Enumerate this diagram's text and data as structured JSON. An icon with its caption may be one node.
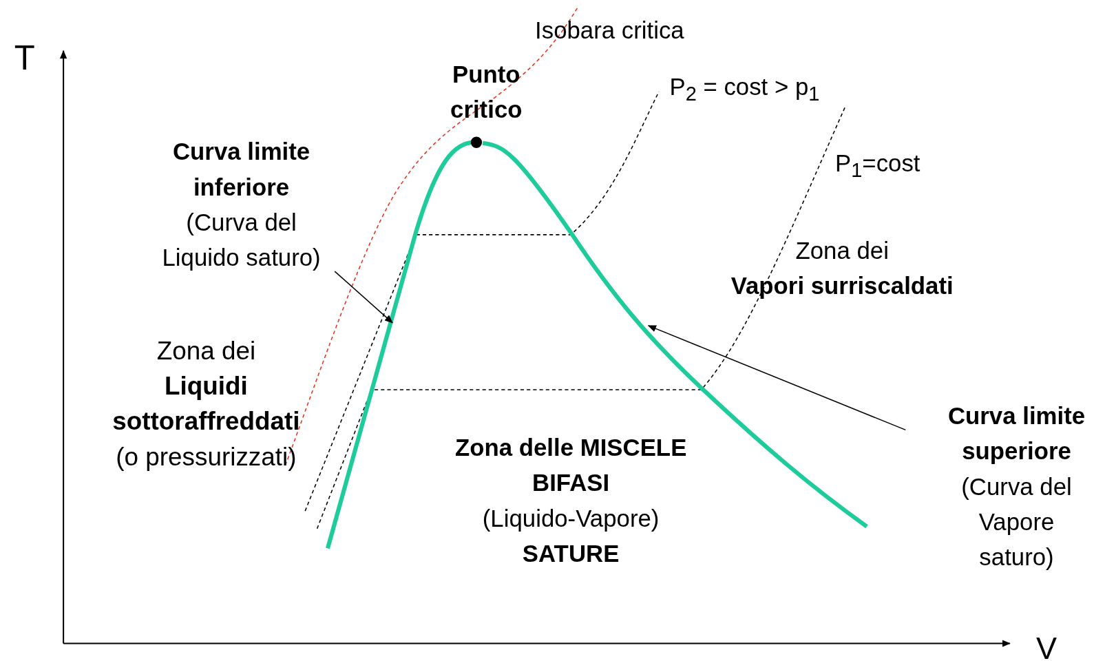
{
  "diagram": {
    "nodes": [
      {
        "text": [
          "Curva limite inferiore",
          "(Curva del Liquido saturo)"
        ]
      },
      {
        "text": [],
        "shape": "curve"
      },
      {
        "text": [
          "Curva limite superiore",
          "(Curva del Vapore saturo)"
        ]
      },
      {
        "text": [],
        "shape": "curve"
      }
    ],
    "edges": [
      {
        "from": 0,
        "to": 1,
        "arrow": "to"
      },
      {
        "from": 2,
        "to": 3,
        "arrow": "to"
      }
    ],
    "labels": [
      "T",
      "V",
      "Isobara critica",
      "Punto critico",
      "P$_{2}$ = cost > p$_{1}$",
      "P$_{1}$=cost",
      "Zona dei **Vapori surriscaldati**",
      "Zona dei **Liquidi sottoraffreddati** (o pressurizzati)",
      "**Zona delle MISCELE BIFASI** (Liquido-Vapore) **SATURE**"
    ]
  }
}
